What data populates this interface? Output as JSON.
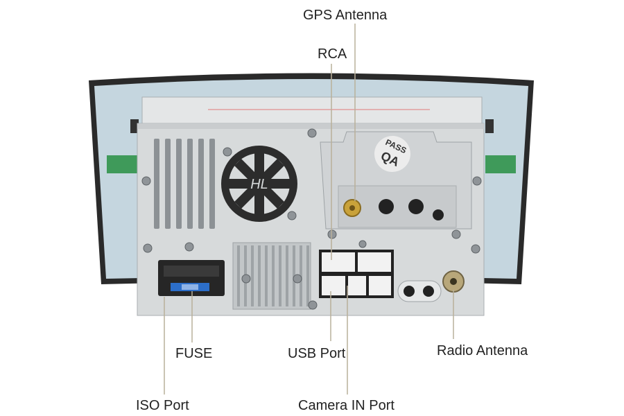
{
  "colors": {
    "leader": "#b9b09a",
    "label": "#222222",
    "chassis": "#d7dadb",
    "chassis_dark": "#b9bdbf",
    "bezel": "#2a2a2a",
    "screen_panel": "#c5d6df",
    "green_pcb": "#3f9a5a",
    "fuse_blue": "#2c6ec9"
  },
  "labels": {
    "gps_antenna": "GPS Antenna",
    "rca": "RCA",
    "fuse": "FUSE",
    "usb_port": "USB Port",
    "radio_antenna": "Radio Antenna",
    "iso_port": "ISO Port",
    "camera_in_port": "Camera IN Port"
  },
  "stamp": {
    "line1": "PASS",
    "line2": "QA"
  },
  "logo": "HL"
}
